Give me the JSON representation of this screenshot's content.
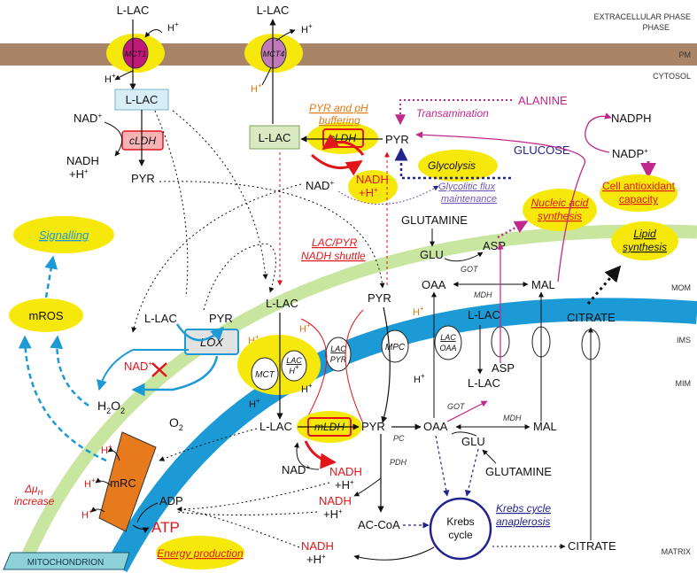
{
  "zones": {
    "extracellular": "EXTRACELLULAR PHASE",
    "pm": "PM",
    "cytosol": "CYTOSOL",
    "mom": "MOM",
    "ims": "IMS",
    "mim": "MIM",
    "matrix": "MATRIX",
    "mitochondrion": "MITOCHONDRION"
  },
  "transporters": {
    "mct1": "MCT1",
    "mct4": "MCT4",
    "mct": "MCT",
    "mpc": "MPC"
  },
  "antiporters": {
    "lac_pyr_top": "LAC",
    "lac_pyr_bottom": "PYR",
    "lac_oaa_top": "LAC",
    "lac_oaa_bottom": "OAA",
    "lac_h_top": "LAC",
    "lac_h_bottom": "H"
  },
  "enzymes": {
    "cldh_left": "cLDH",
    "cldh_top": "cLDH",
    "mldh": "mLDH",
    "lox": "LOX",
    "mrc": "mRC",
    "got_top": "GOT",
    "got_matrix": "GOT",
    "mdh_top": "MDH",
    "mdh_matrix": "MDH",
    "pc": "PC",
    "pdh": "PDH"
  },
  "metabolites": {
    "llac_ext_left": "L-LAC",
    "llac_ext_right": "L-LAC",
    "h_ext_left": "H",
    "h_ext_right": "H",
    "h_cyt_left": "H",
    "h_cyt_right": "H",
    "llac_cyt_left": "L-LAC",
    "llac_cyt_center": "L-LAC",
    "nad_left": "NAD",
    "nadh_left": "NADH",
    "h_nadh_left": "+H",
    "pyr_left": "PYR",
    "pyr_top": "PYR",
    "nad_top": "NAD",
    "nadh_top": "NADH",
    "h_nadh_top": "+H",
    "alanine": "ALANINE",
    "glucose": "GLUCOSE",
    "nadph": "NADPH",
    "nadp": "NADP",
    "glutamine_cyt": "GLUTAMINE",
    "glu_cyt": "GLU",
    "asp_cyt": "ASP",
    "oaa_ims": "OAA",
    "mal_ims": "MAL",
    "citrate_ims": "CITRATE",
    "llac_lox": "L-LAC",
    "pyr_lox": "PYR",
    "nad_lox": "NAD",
    "h2o2": "H2O2",
    "o2": "O2",
    "llac_ims": "L-LAC",
    "pyr_ims": "PYR",
    "h_ims_left": "H",
    "h_ims_mpc": "H",
    "h_mpc_out": "H",
    "llac_ims_oaa": "L-LAC",
    "llac_matrix_oaa": "L-LAC",
    "asp_ims": "ASP",
    "h_mct1": "H",
    "h_mct2": "H",
    "h_mct3": "H",
    "llac_matrix": "L-LAC",
    "pyr_matrix": "PYR",
    "oaa_matrix": "OAA",
    "mal_matrix": "MAL",
    "glu_matrix": "GLU",
    "glutamine_matrix": "GLUTAMINE",
    "nad_matrix": "NAD",
    "nadh_matrix": "NADH",
    "h_nadh_matrix": "+H",
    "nadh_pdh": "NADH",
    "h_nadh_pdh": "+H",
    "accoa": "AC-CoA",
    "nadh_bottom": "NADH",
    "h_nadh_bottom": "+H",
    "citrate_matrix": "CITRATE",
    "adp": "ADP",
    "atp": "ATP",
    "h_mrc1": "H",
    "h_mrc2": "H",
    "h_mrc3": "H",
    "krebs_line1": "Krebs",
    "krebs_line2": "cycle"
  },
  "process_labels": {
    "pyr_ph_line1": "PYR and pH",
    "pyr_ph_line2": "buffering",
    "transamination": "Transamination",
    "glycolysis": "Glycolysis",
    "glyco_flux_line1": "Glycolitic flux",
    "glyco_flux_line2": "maintenance",
    "cell_antiox_line1": "Cell antioxidant",
    "cell_antiox_line2": "capacity",
    "nucleic_line1": "Nucleic acid",
    "nucleic_line2": "synthesis",
    "lipid_line1": "Lipid",
    "lipid_line2": "synthesis",
    "shuttle_line1": "LAC/PYR",
    "shuttle_line2": "NADH shuttle",
    "signalling": "Signalling",
    "mros": "mROS",
    "krebs_anap_line1": "Krebs cycle",
    "krebs_anap_line2": "anaplerosis",
    "energy": "Energy production",
    "dmu_line2": "increase"
  },
  "colors": {
    "membrane_brown": "#a98467",
    "mom_green": "#c8e6a0",
    "mim_blue": "#1c9ad6",
    "highlight_yellow": "#f7e80b",
    "red": "#e0161b",
    "magenta": "#c0288c",
    "navy": "#23238e",
    "mrc_orange": "#e87a1e",
    "orange_text": "#e07b12"
  }
}
